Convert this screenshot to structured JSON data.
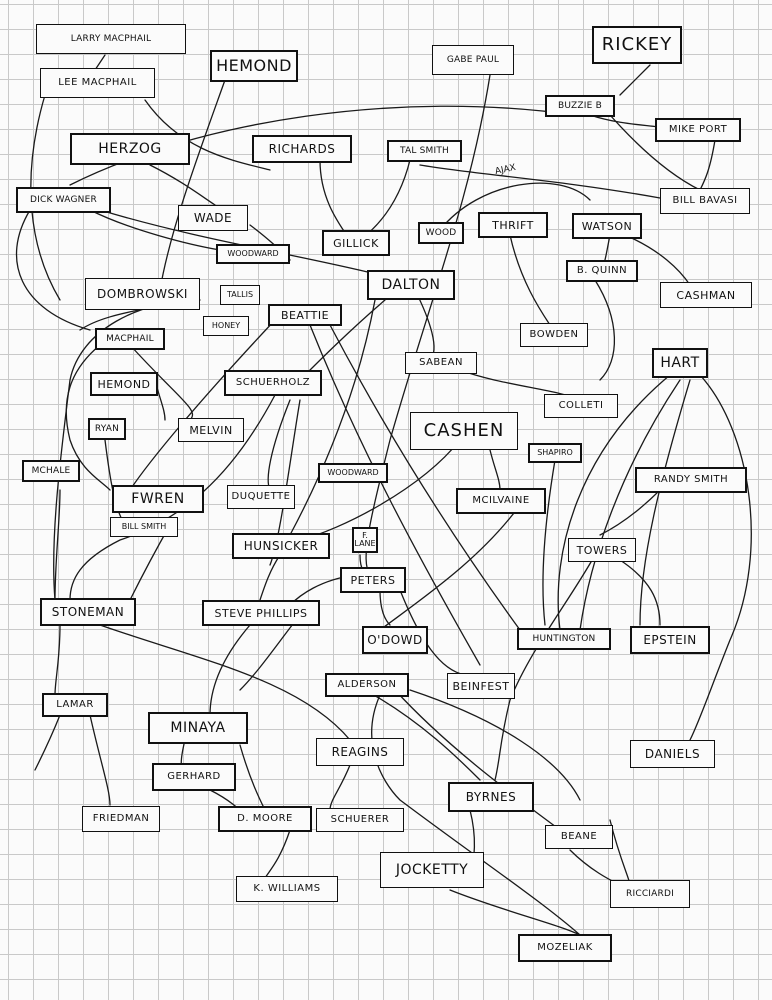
{
  "nodes": {
    "larry_macphail": "LARRY MACPHAIL",
    "lee_macphail": "LEE MACPHAIL",
    "hemond_top": "HEMOND",
    "gabe_paul": "GABE PAUL",
    "rickey": "RICKEY",
    "buzzie_b": "BUZZIE B",
    "mike_port": "MIKE PORT",
    "herzog": "HERZOG",
    "richards": "RICHARDS",
    "tal_smith": "TAL SMITH",
    "bill_bavasi": "BILL BAVASI",
    "dick_wagner": "DICK WAGNER",
    "wade": "WADE",
    "gillick": "GILLICK",
    "wood": "WOOD",
    "thrift": "THRIFT",
    "watson": "WATSON",
    "woodward_top": "WOODWARD",
    "b_quinn": "B. QUINN",
    "cashman": "CASHMAN",
    "dombrowski": "DOMBROWSKI",
    "tallis": "TALLIS",
    "honey": "HONEY",
    "beattie": "BEATTIE",
    "dalton": "DALTON",
    "macphail": "MACPHAIL",
    "bowden": "BOWDEN",
    "sabean": "SABEAN",
    "hart": "HART",
    "hemond_mid": "HEMOND",
    "schuerholz": "SCHUERHOLZ",
    "colleti": "COLLETI",
    "ryan": "RYAN",
    "melvin": "MELVIN",
    "cashen": "CASHEN",
    "shapiro": "SHAPIRO",
    "mchale": "MCHALE",
    "woodward_mid": "WOODWARD",
    "randy_smith": "RANDY SMITH",
    "fwren": "FWREN",
    "duquette": "DUQUETTE",
    "mcilvaine": "MCILVAINE",
    "bill_smith": "BILL SMITH",
    "hunsicker": "HUNSICKER",
    "f_lane_1": "F.",
    "f_lane_2": "LANE",
    "towers": "TOWERS",
    "peters": "PETERS",
    "stoneman": "STONEMAN",
    "steve_phillips": "STEVE PHILLIPS",
    "odowd": "O'DOWD",
    "huntington": "HUNTINGTON",
    "epstein": "EPSTEIN",
    "alderson": "ALDERSON",
    "beinfest": "BEINFEST",
    "lamar": "LAMAR",
    "minaya": "MINAYA",
    "reagins": "REAGINS",
    "daniels": "DANIELS",
    "gerhard": "GERHARD",
    "byrnes": "BYRNES",
    "friedman": "FRIEDMAN",
    "d_moore": "D. MOORE",
    "schuerer": "SCHUERER",
    "beane": "BEANE",
    "jocketty": "JOCKETTY",
    "k_williams": "K. WILLIAMS",
    "ricciardi": "RICCIARDI",
    "mozeliak": "MOZELIAK"
  },
  "annotation": "AJAX",
  "colors": {
    "ink": "#111111",
    "grid": "#c9c9c9",
    "paper": "#fbfbfb"
  }
}
